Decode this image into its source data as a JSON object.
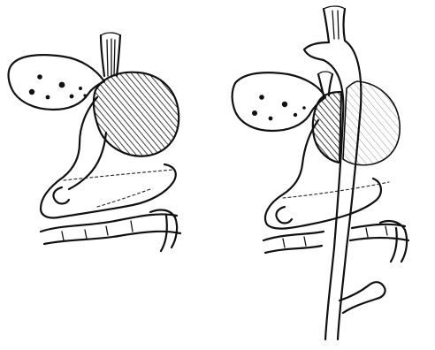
{
  "figure": {
    "panels": [
      {
        "id": "left",
        "icon": "stomach-fundus-hatched-illustration"
      },
      {
        "id": "right",
        "icon": "stomach-with-gastric-tube-illustration"
      }
    ],
    "colors": {
      "ink": "#111111",
      "background": "#ffffff"
    }
  }
}
